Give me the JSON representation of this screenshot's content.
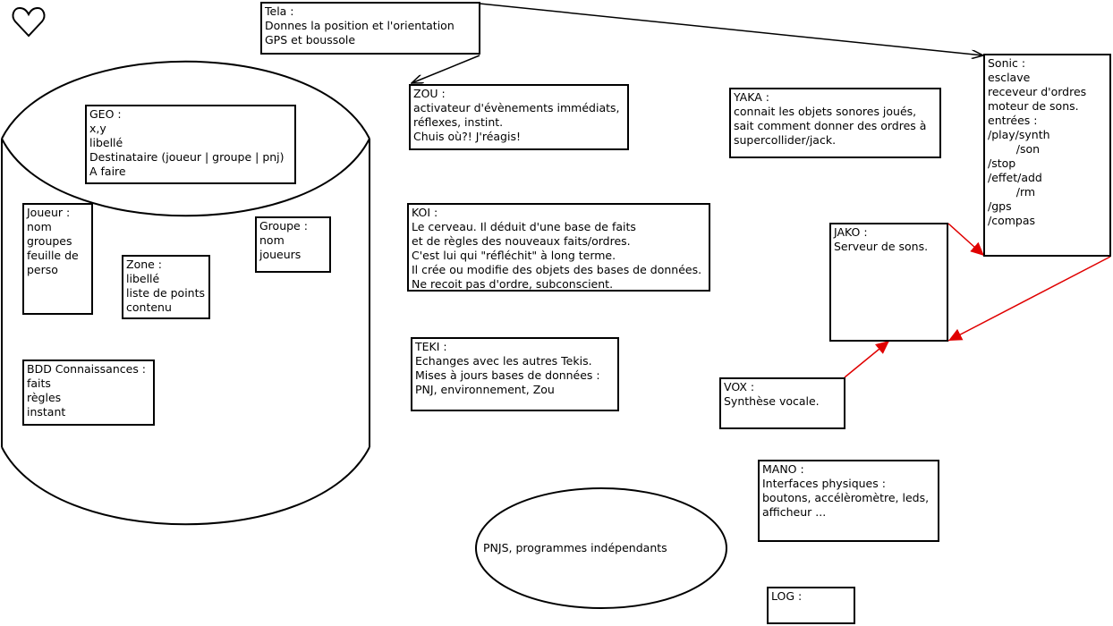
{
  "colors": {
    "stroke": "#000000",
    "arrow_red": "#e00000",
    "background": "#ffffff"
  },
  "icons": {
    "corner": "heart-icon"
  },
  "tela": {
    "lines": [
      "Tela :",
      "Donnes la position et l'orientation",
      "GPS et boussole"
    ]
  },
  "geo": {
    "lines": [
      "GEO :",
      "x,y",
      "libellé",
      "Destinataire (joueur | groupe | pnj)",
      "A faire"
    ]
  },
  "joueur": {
    "lines": [
      "Joueur :",
      "nom",
      "groupes",
      "feuille de",
      "perso"
    ]
  },
  "groupe": {
    "lines": [
      "Groupe :",
      "nom",
      "joueurs"
    ]
  },
  "zone": {
    "lines": [
      "Zone :",
      "libellé",
      "liste de points",
      "contenu"
    ]
  },
  "bdd": {
    "lines": [
      "BDD Connaissances :",
      "faits",
      "règles",
      "instant"
    ]
  },
  "zou": {
    "lines": [
      "ZOU :",
      "activateur d'évènements immédiats,",
      "réflexes, instint.",
      "Chuis où?! J'réagis!"
    ]
  },
  "koi": {
    "lines": [
      "KOI :",
      "Le cerveau. Il déduit d'une base de faits",
      "et de règles des nouveaux faits/ordres.",
      "C'est lui qui \"réfléchit\" à long terme.",
      "Il crée ou modifie des objets des bases de données.",
      "Ne recoit pas d'ordre, subconscient."
    ]
  },
  "teki": {
    "lines": [
      "TEKI :",
      "Echanges avec les autres Tekis.",
      "Mises à jours bases de données :",
      "PNJ, environnement, Zou"
    ]
  },
  "yaka": {
    "lines": [
      "YAKA :",
      "connait les objets sonores joués,",
      "sait comment donner des ordres à",
      "supercollider/jack."
    ]
  },
  "sonic": {
    "lines": [
      "Sonic :",
      "esclave",
      "receveur d'ordres",
      "moteur de sons.",
      "entrées :",
      "/play/synth",
      "        /son",
      "/stop",
      "/effet/add",
      "        /rm",
      "/gps",
      "/compas"
    ]
  },
  "jako": {
    "lines": [
      "JAKO :",
      "Serveur de sons."
    ]
  },
  "vox": {
    "lines": [
      "VOX :",
      "Synthèse vocale."
    ]
  },
  "mano": {
    "lines": [
      "MANO :",
      "Interfaces physiques :",
      "boutons, accélèromètre, leds,",
      "afficheur ..."
    ]
  },
  "pnjs": {
    "label": "PNJS, programmes indépendants"
  },
  "log": {
    "lines": [
      "LOG :"
    ]
  }
}
